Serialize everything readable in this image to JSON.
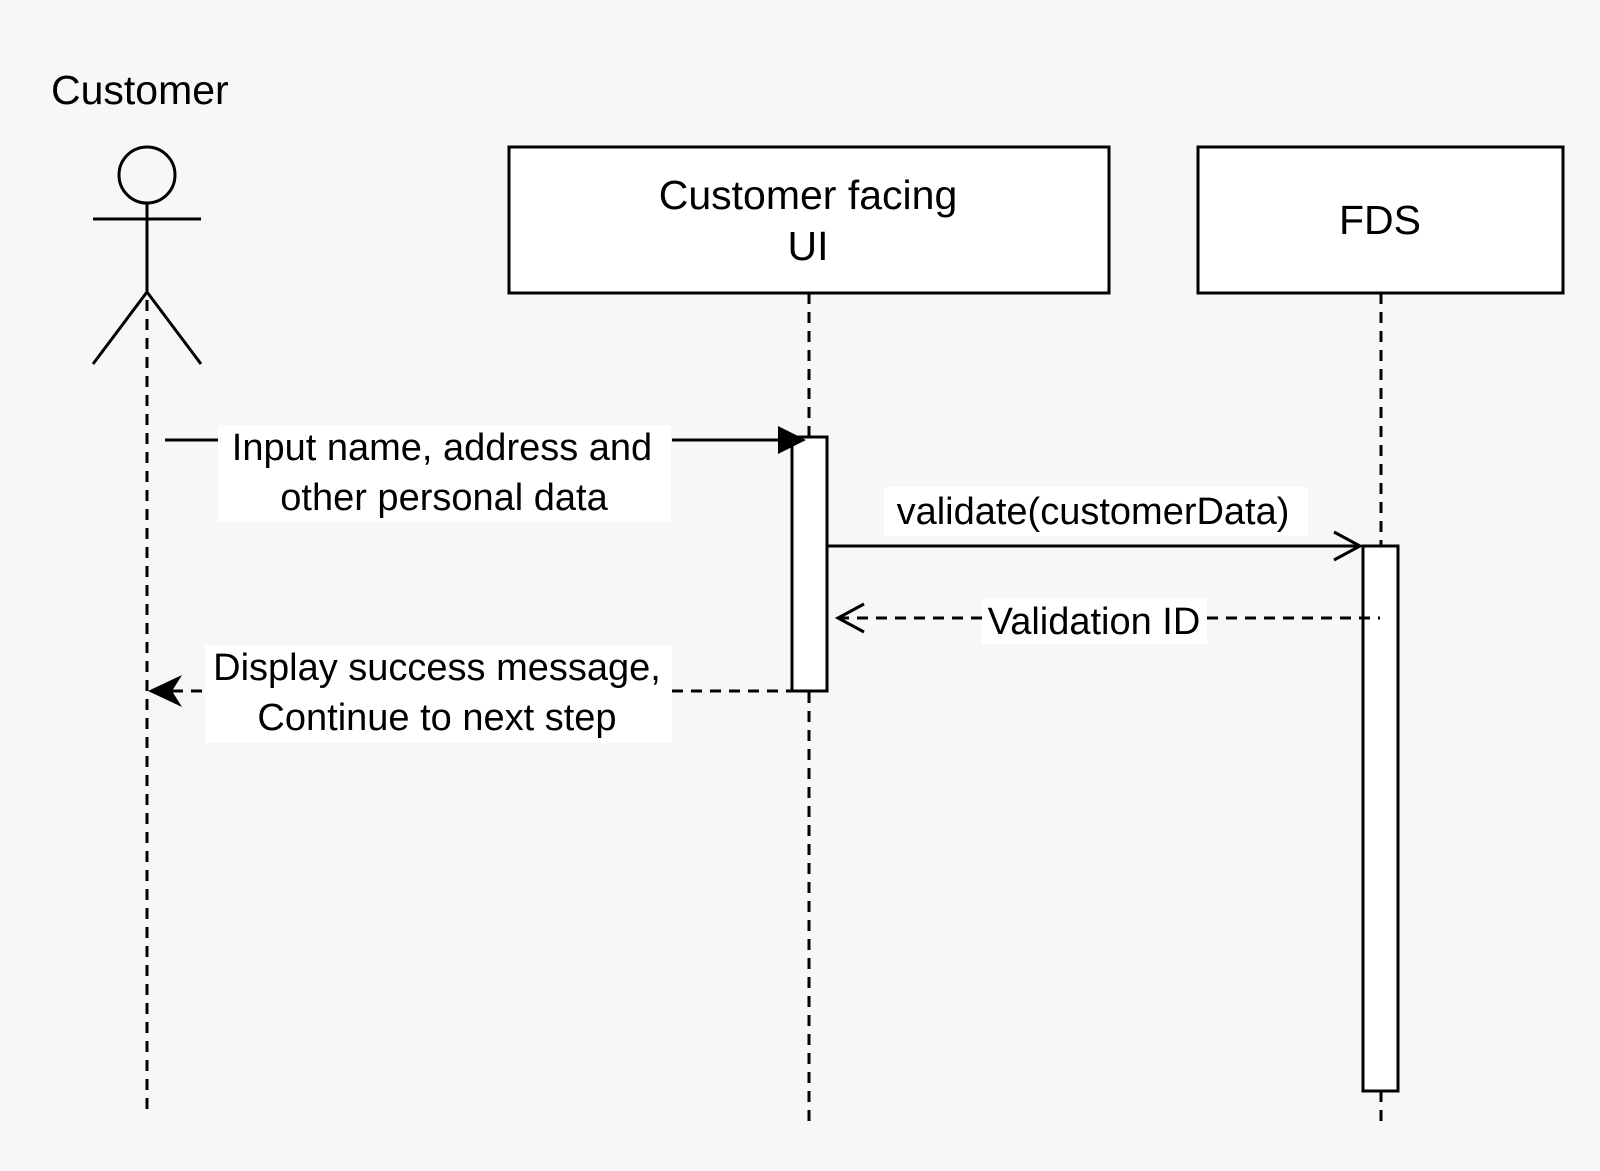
{
  "diagram": {
    "actor": {
      "name": "Customer"
    },
    "participants": {
      "ui": {
        "line1": "Customer facing",
        "line2": "UI"
      },
      "fds": {
        "name": "FDS"
      }
    },
    "messages": {
      "input": {
        "line1": "Input name, address and",
        "line2": "other personal data"
      },
      "validate": {
        "label": "validate(customerData)"
      },
      "validation_id": {
        "label": "Validation ID"
      },
      "display": {
        "line1": "Display success message,",
        "line2": "Continue to next step"
      }
    }
  }
}
